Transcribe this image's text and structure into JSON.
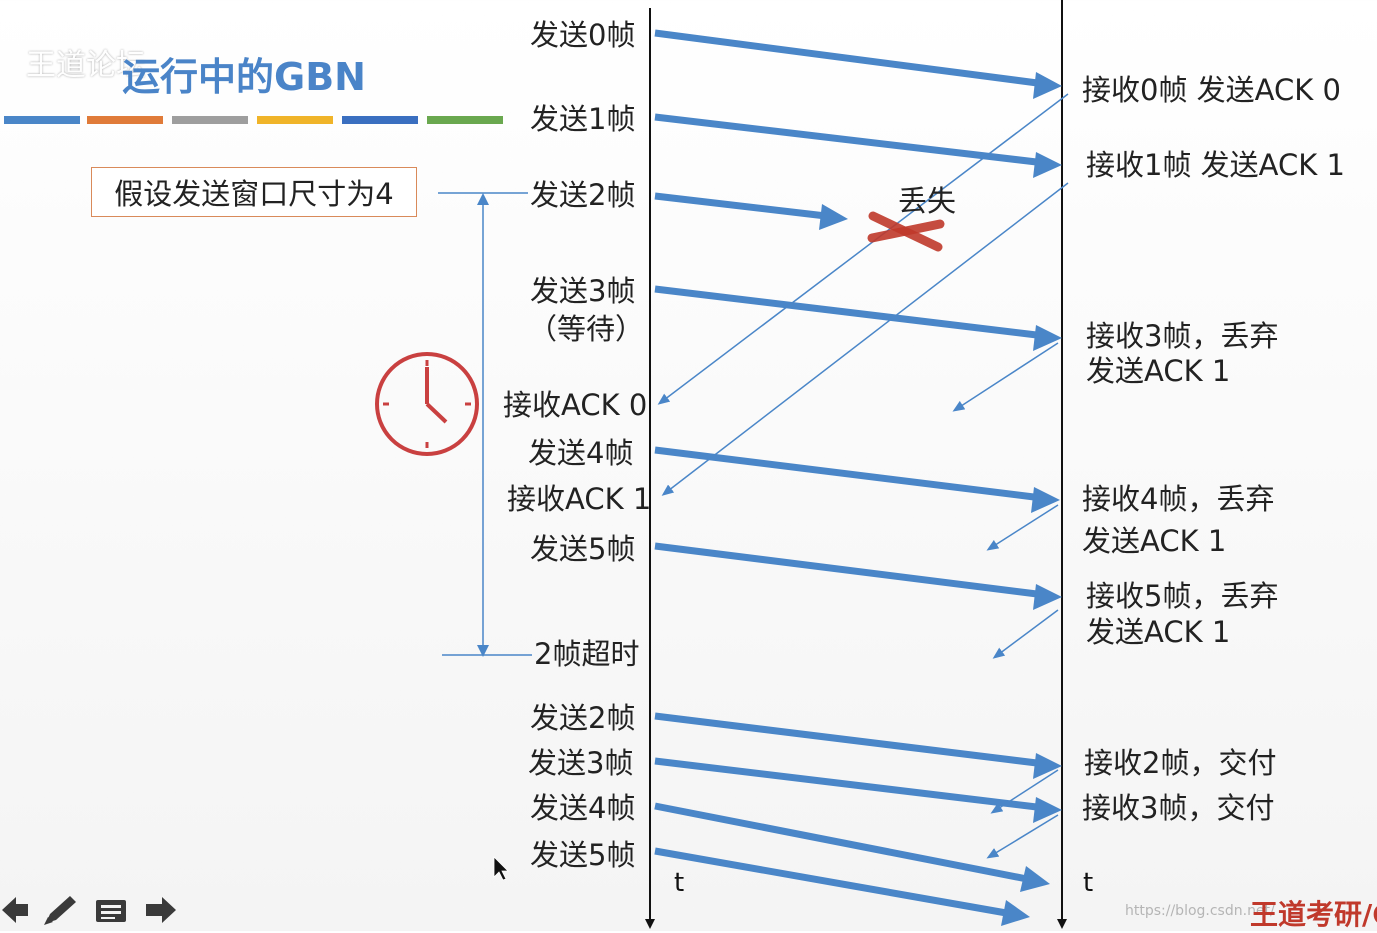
{
  "header": {
    "title": "运行中的GBN",
    "watermark": "王道论坛"
  },
  "assumption": "假设发送窗口尺寸为4",
  "sender_labels": {
    "s0": "发送0帧",
    "s1": "发送1帧",
    "s2": "发送2帧",
    "s3": "发送3帧",
    "s3_wait": "（等待）",
    "ack0": "接收ACK 0",
    "s4": "发送4帧",
    "ack1": "接收ACK 1",
    "s5": "发送5帧",
    "timeout": "2帧超时",
    "r2": "发送2帧",
    "r3": "发送3帧",
    "r4": "发送4帧",
    "r5": "发送5帧"
  },
  "lost_label": "丢失",
  "receiver_labels": {
    "rc0": "接收0帧 发送ACK 0",
    "rc1": "接收1帧 发送ACK 1",
    "rc3a": "接收3帧，丢弃",
    "rc3b": "发送ACK 1",
    "rc4a": "接收4帧，丢弃",
    "rc4b": "发送ACK 1",
    "rc5a": "接收5帧，丢弃",
    "rc5b": "发送ACK 1",
    "rc2d": "接收2帧，交付",
    "rc3d": "接收3帧，交付"
  },
  "time_label": "t",
  "footer": {
    "watermark": "王道考研/C",
    "url": "https://blog.csdn.net/"
  },
  "colors": {
    "arrow_blue": "#4a86c8",
    "cross_red": "#c0392b",
    "clock_red": "#c94040",
    "title_blue": "#4a84c8",
    "bar_colors": [
      "#4a86c8",
      "#e07b39",
      "#9e9e9e",
      "#f0b429",
      "#3a6fc0",
      "#6aa84f"
    ]
  },
  "icons": [
    "clock-icon",
    "nav-back-icon",
    "pen-icon",
    "notes-icon",
    "nav-forward-icon",
    "cursor-icon"
  ]
}
